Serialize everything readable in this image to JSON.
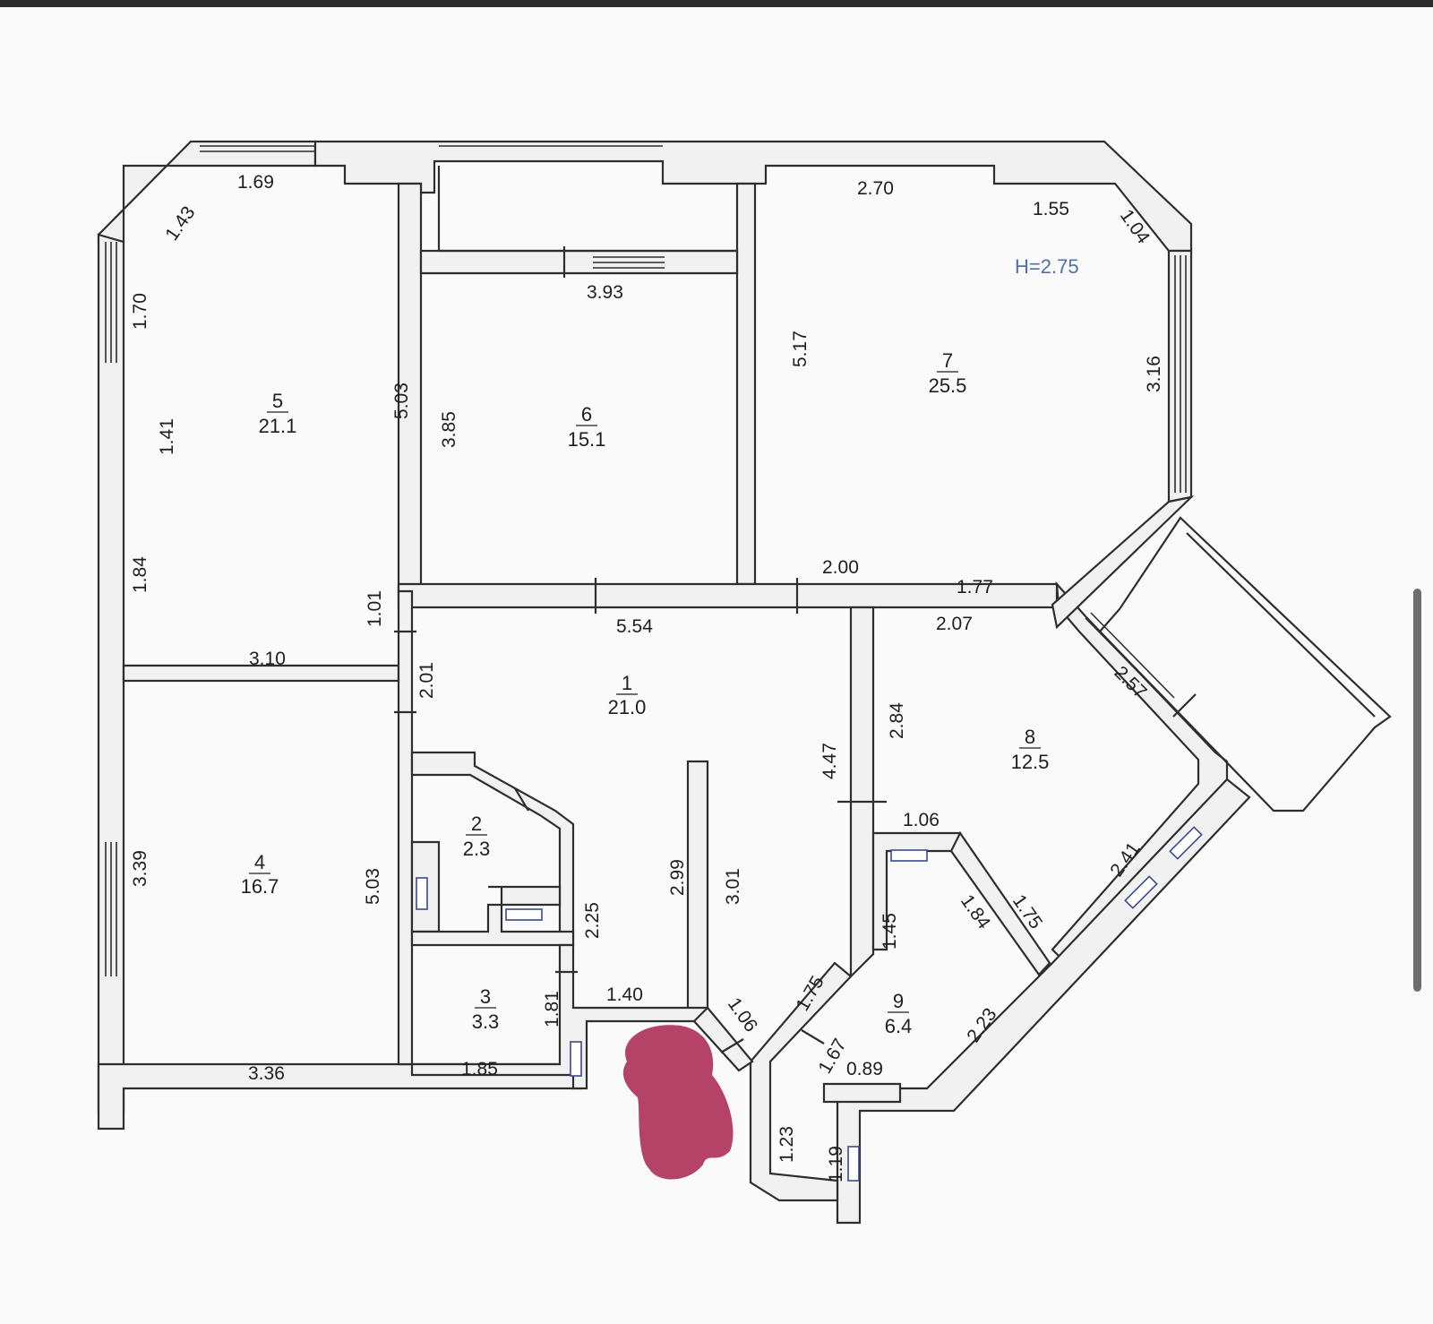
{
  "plan": {
    "ceiling_height": "H=2.75",
    "rooms": [
      {
        "id": "room-1",
        "number": "1",
        "area": "21.0"
      },
      {
        "id": "room-2",
        "number": "2",
        "area": "2.3"
      },
      {
        "id": "room-3",
        "number": "3",
        "area": "3.3"
      },
      {
        "id": "room-4",
        "number": "4",
        "area": "16.7"
      },
      {
        "id": "room-5",
        "number": "5",
        "area": "21.1"
      },
      {
        "id": "room-6",
        "number": "6",
        "area": "15.1"
      },
      {
        "id": "room-7",
        "number": "7",
        "area": "25.5"
      },
      {
        "id": "room-8",
        "number": "8",
        "area": "12.5"
      },
      {
        "id": "room-9",
        "number": "9",
        "area": "6.4"
      }
    ],
    "dimensions": [
      "1.69",
      "1.43",
      "1.70",
      "1.41",
      "1.84",
      "5.03",
      "3.10",
      "1.01",
      "2.01",
      "3.39",
      "5.03",
      "3.36",
      "3.93",
      "3.85",
      "5.54",
      "2.70",
      "1.55",
      "1.04",
      "5.17",
      "3.16",
      "2.00",
      "1.77",
      "2.07",
      "2.84",
      "4.47",
      "2.57",
      "1.06",
      "2.41",
      "1.45",
      "1.84",
      "1.75",
      "2.23",
      "0.89",
      "1.67",
      "1.75",
      "1.06",
      "1.23",
      "1.19",
      "2.99",
      "3.01",
      "2.25",
      "1.40",
      "1.81",
      "1.85"
    ]
  }
}
